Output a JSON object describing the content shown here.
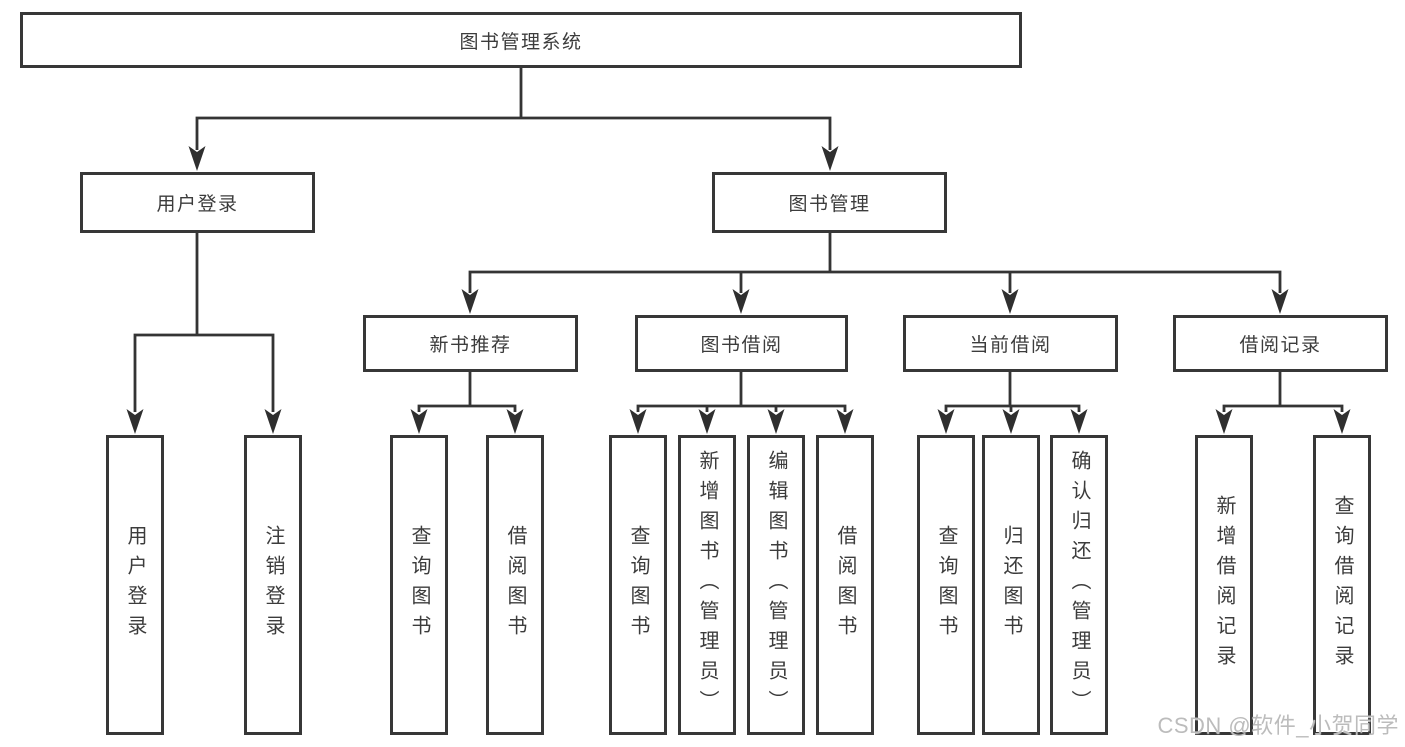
{
  "root": {
    "label": "图书管理系统"
  },
  "nodes": {
    "user_login": {
      "label": "用户登录",
      "children": [
        {
          "label": "用户登录"
        },
        {
          "label": "注销登录"
        }
      ]
    },
    "book_mgmt": {
      "label": "图书管理"
    },
    "new_book": {
      "label": "新书推荐",
      "children": [
        {
          "label": "查询图书"
        },
        {
          "label": "借阅图书"
        }
      ]
    },
    "borrow": {
      "label": "图书借阅",
      "children": [
        {
          "label": "查询图书"
        },
        {
          "label": "新增图书（管理员）"
        },
        {
          "label": "编辑图书（管理员）"
        },
        {
          "label": "借阅图书"
        }
      ]
    },
    "current": {
      "label": "当前借阅",
      "children": [
        {
          "label": "查询图书"
        },
        {
          "label": "归还图书"
        },
        {
          "label": "确认归还（管理员）"
        }
      ]
    },
    "records": {
      "label": "借阅记录",
      "children": [
        {
          "label": "新增借阅记录"
        },
        {
          "label": "查询借阅记录"
        }
      ]
    }
  },
  "watermark": "CSDN @软件_小贺同学",
  "colors": {
    "line": "#343434",
    "box_border": "#373737",
    "text": "#3c3c3c",
    "watermark": "#bcbcbc",
    "background": "#ffffff"
  }
}
